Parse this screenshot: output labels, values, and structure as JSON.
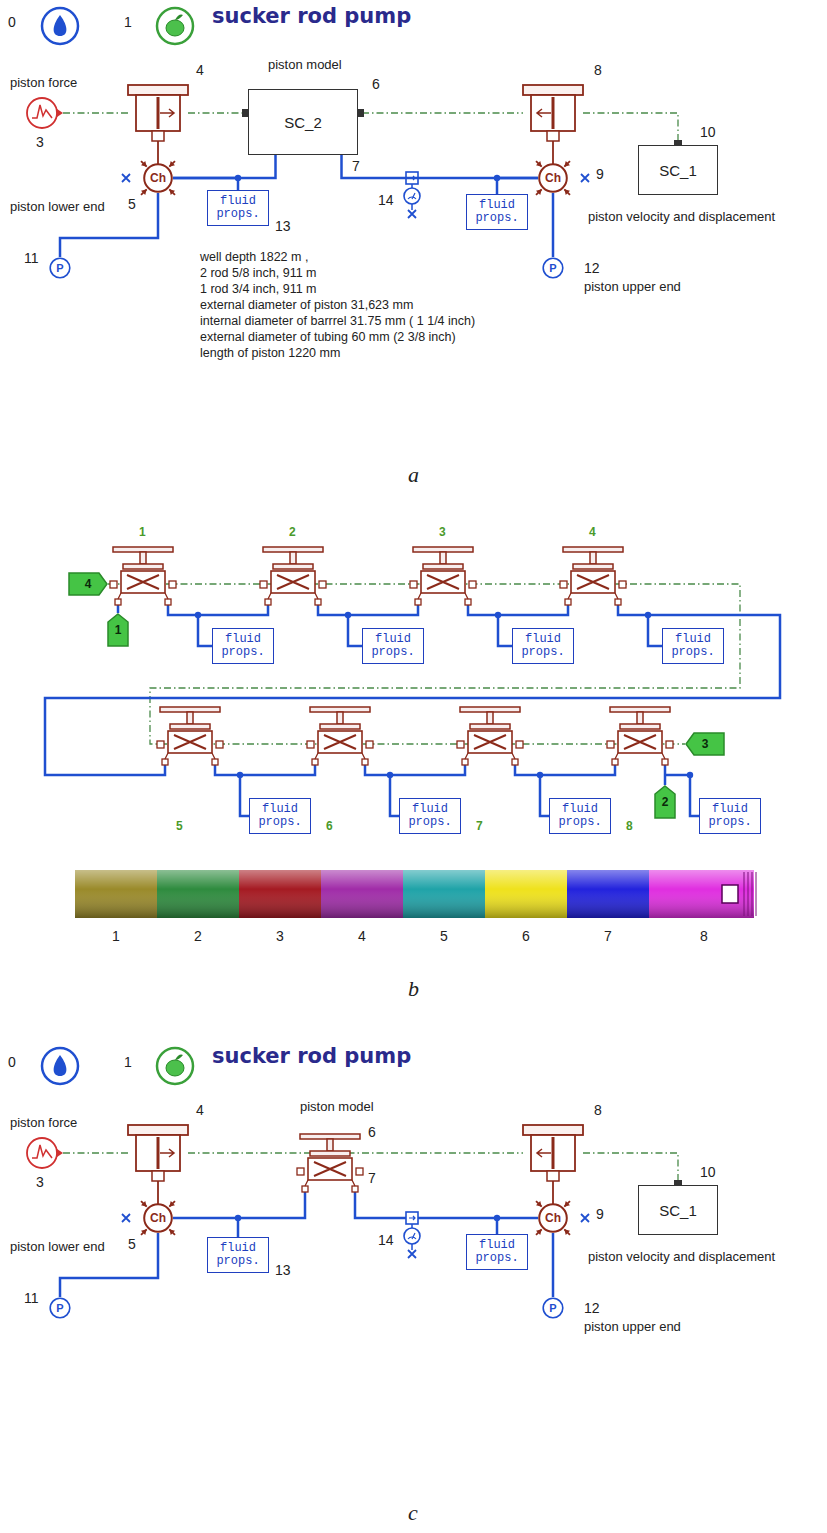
{
  "diagram": {
    "title": "sucker rod pump",
    "nodes": [
      {
        "text": [
          "Ch"
        ]
      },
      {
        "text": [
          "SC_2"
        ]
      },
      {
        "text": [
          "SC_1"
        ]
      },
      {
        "text": [
          "fluid props."
        ]
      },
      {
        "text": [
          "Ch"
        ]
      },
      {
        "text": [
          "fluid props."
        ]
      },
      {
        "text": [
          "P"
        ]
      },
      {
        "text": [
          "P"
        ]
      },
      {
        "text": [
          "4"
        ]
      },
      {
        "text": [
          "1"
        ]
      },
      {
        "text": [
          "fluid props."
        ]
      },
      {
        "text": [
          "fluid props."
        ]
      },
      {
        "text": [
          "fluid props."
        ]
      },
      {
        "text": [
          "fluid props."
        ]
      },
      {
        "text": [
          "3"
        ]
      },
      {
        "text": [
          "2"
        ]
      },
      {
        "text": [
          "fluid props."
        ]
      },
      {
        "text": [
          "fluid props."
        ]
      },
      {
        "text": [
          "fluid props."
        ]
      },
      {
        "text": [
          "fluid props."
        ]
      },
      {
        "text": [
          "Ch"
        ]
      },
      {
        "text": [
          "fluid props."
        ]
      },
      {
        "text": [
          "Ch"
        ]
      },
      {
        "text": [
          "fluid props."
        ]
      },
      {
        "text": [
          "SC_1"
        ]
      },
      {
        "text": [
          "P"
        ]
      },
      {
        "text": [
          "P"
        ]
      }
    ],
    "edges": [
      {
        "from": 6,
        "to": 0,
        "arrow": "none"
      },
      {
        "from": 0,
        "to": 3,
        "arrow": "none"
      },
      {
        "from": 0,
        "to": 1,
        "arrow": "none"
      },
      {
        "from": 1,
        "to": 4,
        "arrow": "none"
      },
      {
        "from": 5,
        "to": 4,
        "arrow": "none"
      },
      {
        "from": 7,
        "to": 4,
        "arrow": "none"
      },
      {
        "from": 25,
        "to": 20,
        "arrow": "none"
      },
      {
        "from": 20,
        "to": 21,
        "arrow": "none"
      },
      {
        "from": 23,
        "to": 22,
        "arrow": "none"
      },
      {
        "from": 26,
        "to": 22,
        "arrow": "none"
      }
    ],
    "labels": [
      "0",
      "1",
      "piston model",
      "piston force",
      "3",
      "4",
      "6",
      "7",
      "8",
      "10",
      "5",
      "piston lower end",
      "13",
      "9",
      "14",
      "piston velocity and displacement",
      "11",
      "12",
      "piston upper end",
      "well depth 1822 m ,",
      "2 rod 5/8 inch, 911 m",
      "1 rod 3/4 inch, 911 m",
      "external diameter of piston 31,623 mm",
      "internal diameter of barrrel 31.75 mm ( 1 1/4 inch)",
      "external diameter of tubing 60 mm (2 3/8 inch)",
      "length of piston 1220 mm",
      "a",
      "1",
      "2",
      "3",
      "4",
      "5",
      "6",
      "7",
      "8",
      "1",
      "2",
      "3",
      "4",
      "5",
      "6",
      "7",
      "8",
      "b",
      "0",
      "1",
      "sucker rod pump",
      "piston model",
      "piston force",
      "3",
      "4",
      "6",
      "7",
      "8",
      "10",
      "5",
      "piston lower end",
      "13",
      "14",
      "9",
      "piston velocity and displacement",
      "11",
      "12",
      "piston upper end",
      "c"
    ]
  }
}
